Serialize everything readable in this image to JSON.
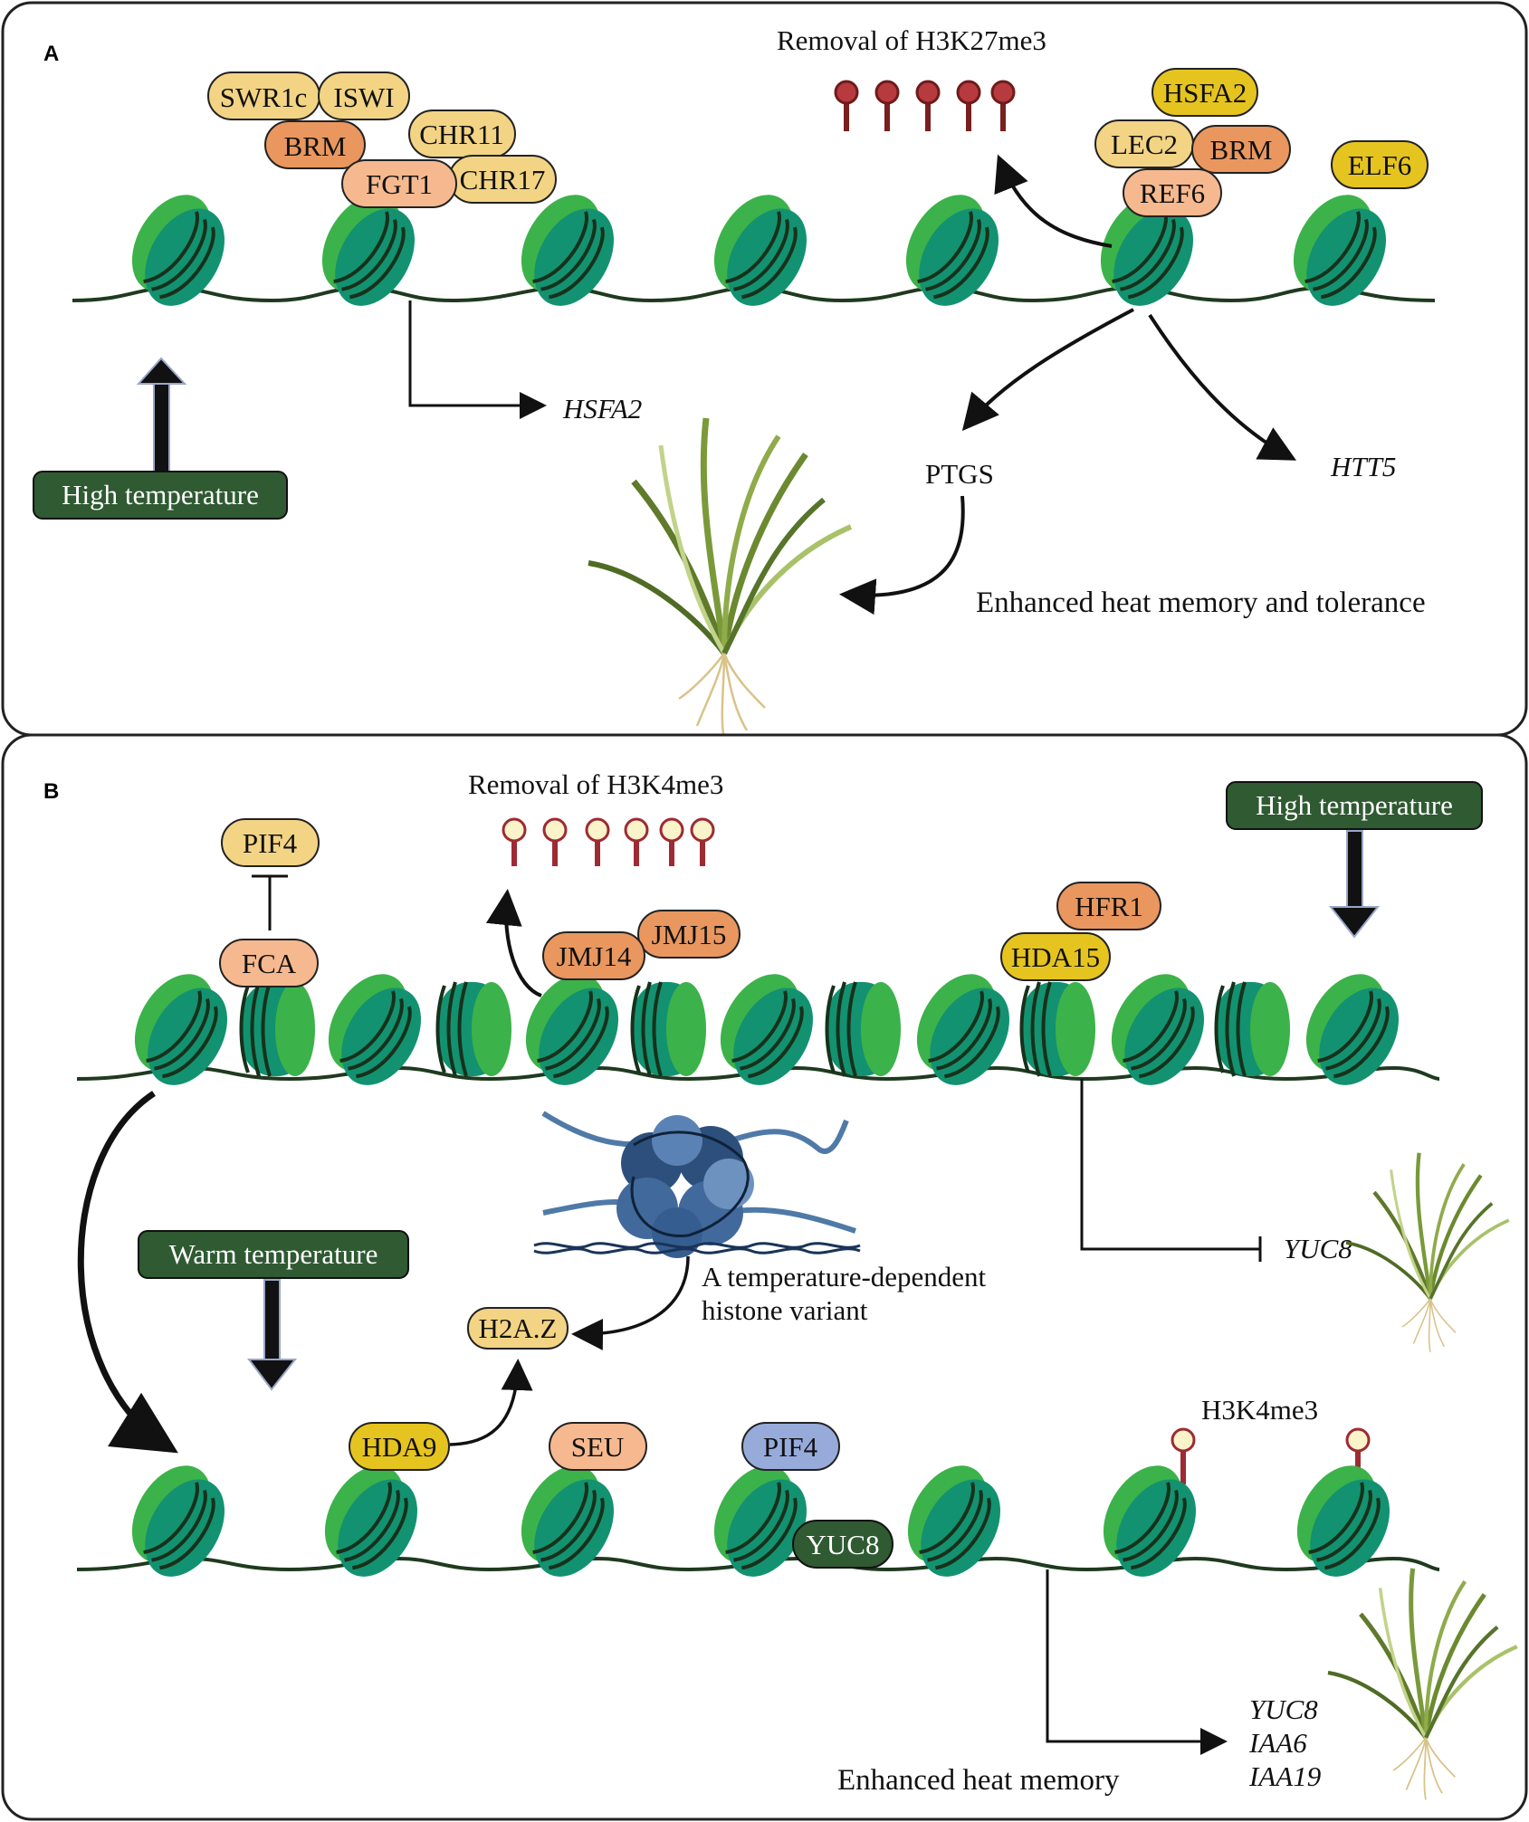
{
  "colors": {
    "nucleosome_light": "#3cb24a",
    "nucleosome_dark": "#129270",
    "dna": "#1f3a1f",
    "box_dark_green": "#2f5a32",
    "tan": "#f2d484",
    "salmon": "#f6b98f",
    "orange": "#e9975f",
    "gold": "#e6c41f",
    "blue_pill": "#97abdb",
    "mark_dark": "#7a1f1f",
    "mark_dark_head": "#b73a3f",
    "mark_light_stem": "#9e2a33",
    "mark_light_head": "#fbf3c9"
  },
  "panel_a": {
    "label": "A",
    "removal_title": "Removal of H3K27me3",
    "high_temperature": "High  temperature",
    "proteins": {
      "swr1c": "SWR1c",
      "iswi": "ISWI",
      "brm": "BRM",
      "chr11": "CHR11",
      "fgt1": "FGT1",
      "chr17": "CHR17",
      "hsfa2": "HSFA2",
      "lec2": "LEC2",
      "brm2": "BRM",
      "ref6": "REF6",
      "elf6": "ELF6"
    },
    "gene_hsfa2": "HSFA2",
    "ptgs": "PTGS",
    "gene_htt5": "HTT5",
    "outcome": "Enhanced heat memory and tolerance"
  },
  "panel_b": {
    "label": "B",
    "removal_title": "Removal of H3K4me3",
    "high_temperature": "High  temperature",
    "warm_temperature": "Warm  temperature",
    "proteins": {
      "pif4_top": "PIF4",
      "fca": "FCA",
      "jmj14": "JMJ14",
      "jmj15": "JMJ15",
      "hfr1": "HFR1",
      "hda15": "HDA15",
      "h2az": "H2A.Z",
      "hda9": "HDA9",
      "seu": "SEU",
      "pif4_bottom": "PIF4",
      "yuc8": "YUC8"
    },
    "histone_variant_line1": "A temperature-dependent",
    "histone_variant_line2": "histone variant",
    "gene_yuc8_repressed": "YUC8",
    "h3k4me3": "H3K4me3",
    "genes_activated": [
      "YUC8",
      "IAA6",
      "IAA19"
    ],
    "outcome": "Enhanced heat memory"
  }
}
